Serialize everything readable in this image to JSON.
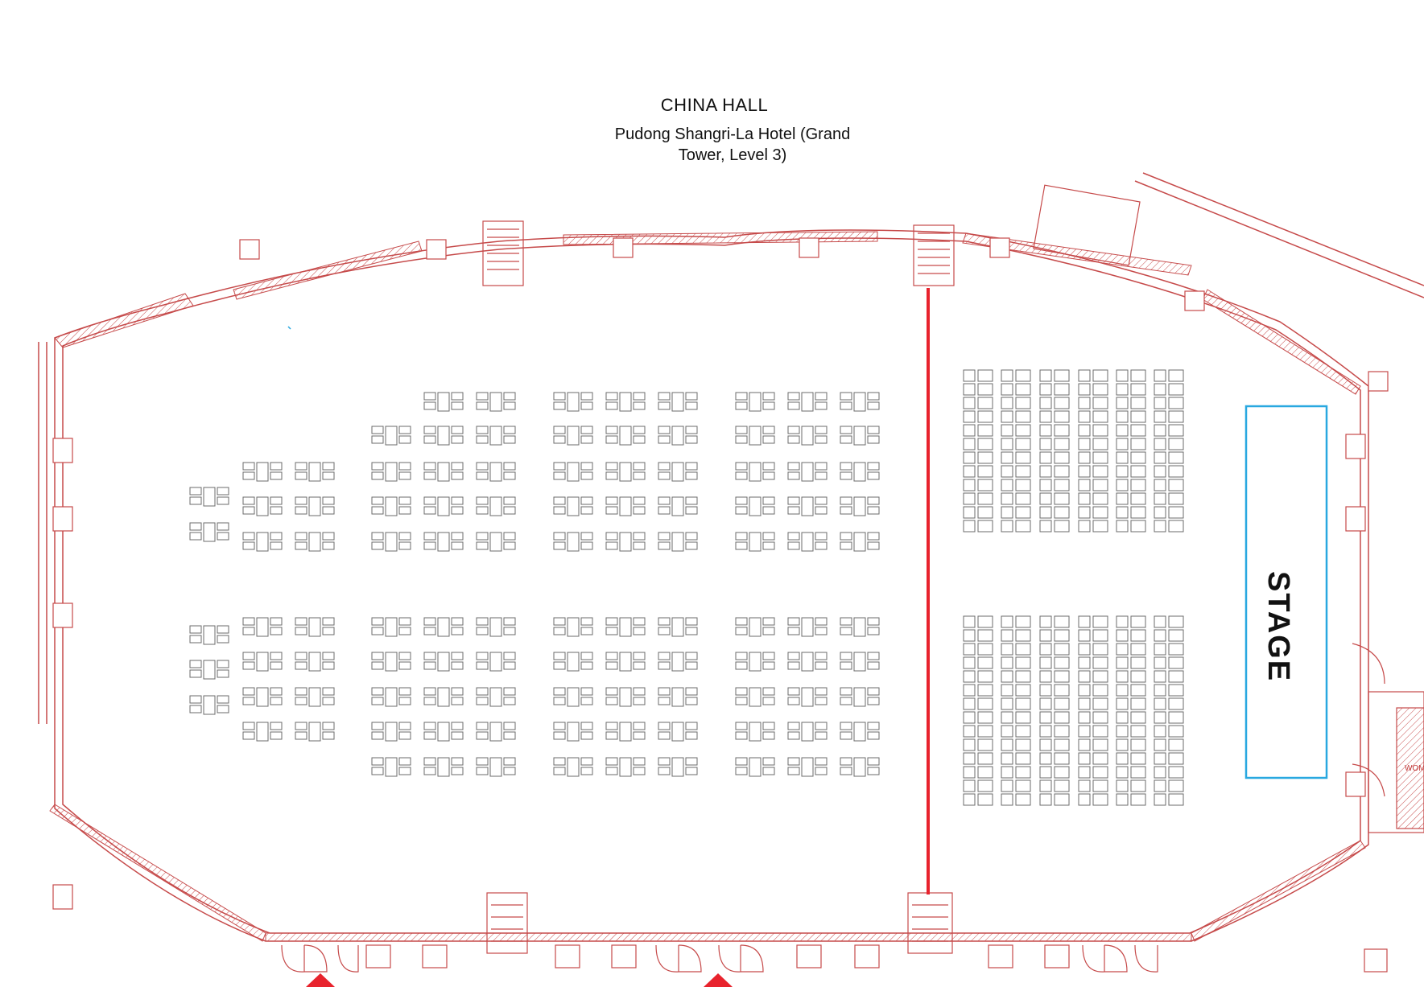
{
  "header": {
    "hall_name": "CHINA HALL",
    "venue": "Pudong Shangri-La Hotel (Grand Tower, Level 3)"
  },
  "stage": {
    "label": "STAGE"
  },
  "restroom": {
    "label": "WOMEN"
  },
  "colors": {
    "wall": "#c64a4a",
    "divider": "#e8232d",
    "stage_outline": "#29a8e0",
    "seating": "#6b6b6b",
    "arrow": "#e8232d"
  },
  "icons": [
    "entrance-arrow-icon",
    "door-icon",
    "stair-icon"
  ]
}
